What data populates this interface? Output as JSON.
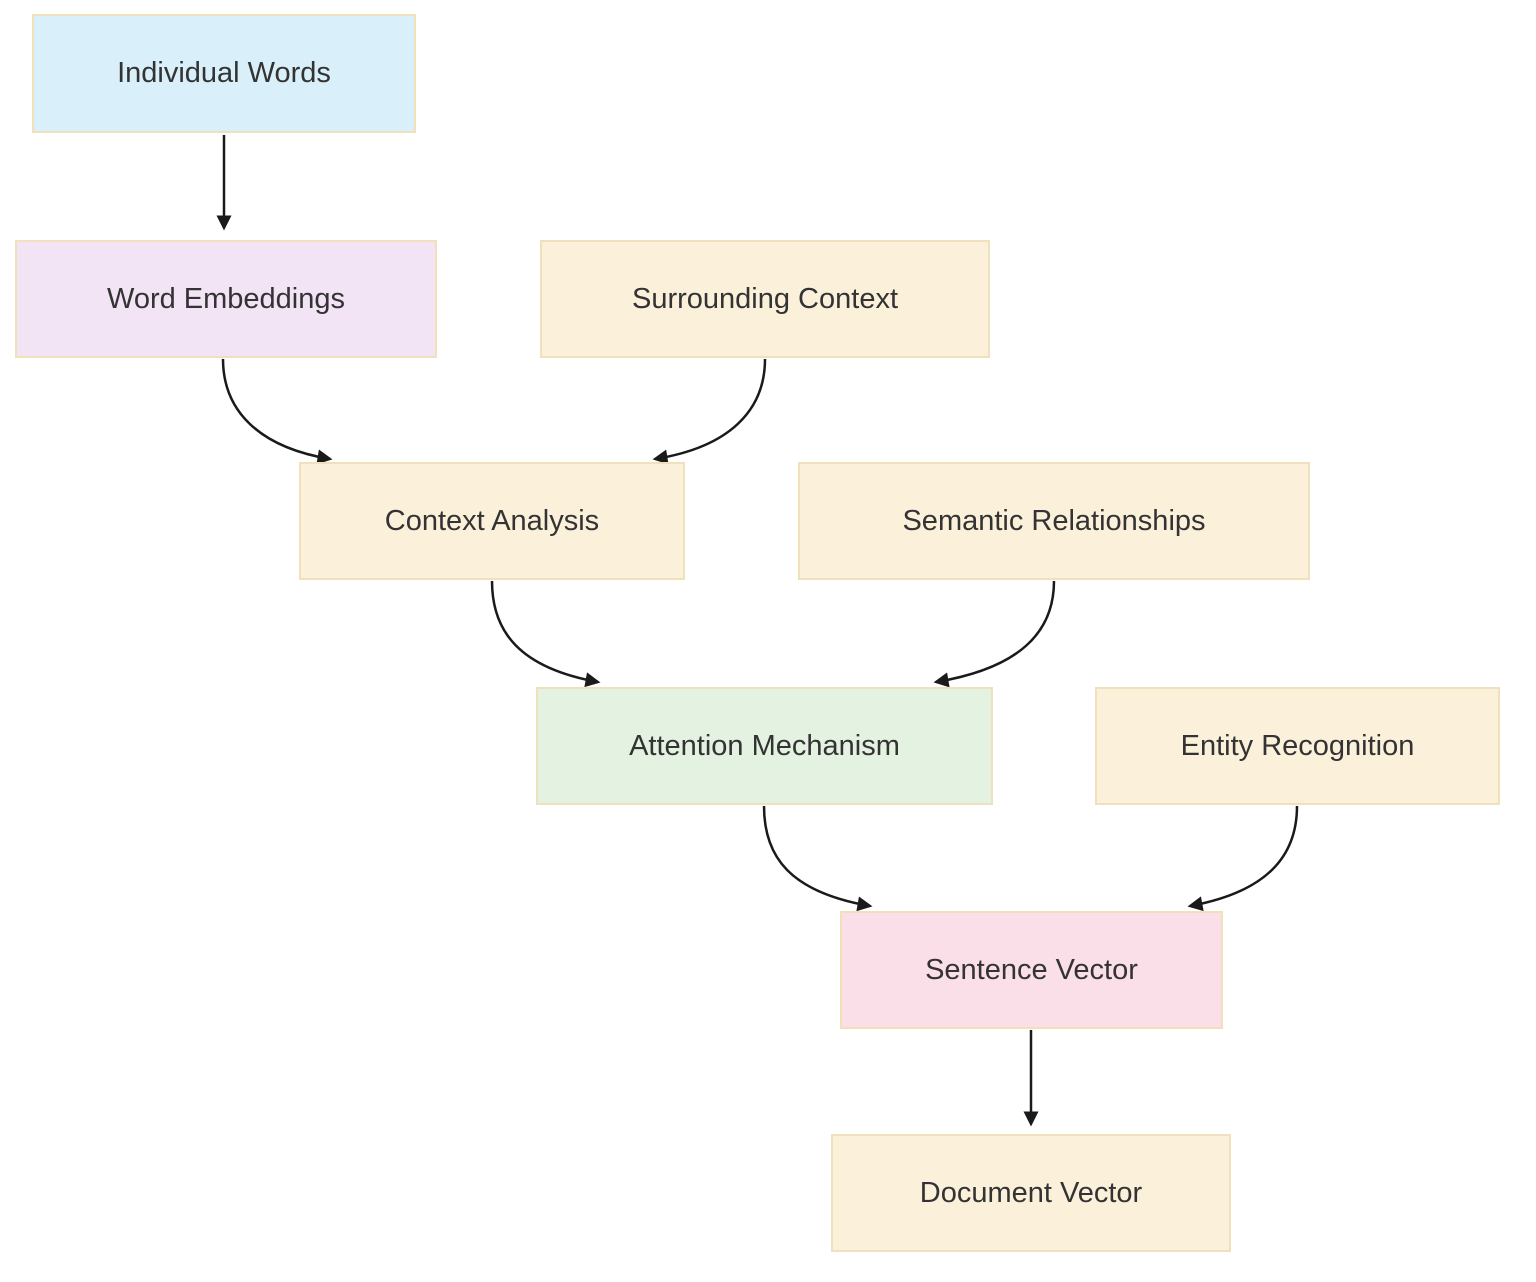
{
  "diagram": {
    "type": "flowchart",
    "direction": "top-down",
    "background_color": "#ffffff",
    "node_border_color": "#f0e0bc",
    "arrow_color": "#1a1a1a",
    "text_color": "#333333",
    "nodes": [
      {
        "id": "individual-words",
        "label": "Individual Words",
        "fill": "#d9eff9"
      },
      {
        "id": "word-embeddings",
        "label": "Word Embeddings",
        "fill": "#f2e3f5"
      },
      {
        "id": "surrounding-context",
        "label": "Surrounding Context",
        "fill": "#fbf0da"
      },
      {
        "id": "context-analysis",
        "label": "Context Analysis",
        "fill": "#fbf0da"
      },
      {
        "id": "semantic-relationships",
        "label": "Semantic Relationships",
        "fill": "#fbf0da"
      },
      {
        "id": "attention-mechanism",
        "label": "Attention Mechanism",
        "fill": "#e4f2e1"
      },
      {
        "id": "entity-recognition",
        "label": "Entity Recognition",
        "fill": "#fbf0da"
      },
      {
        "id": "sentence-vector",
        "label": "Sentence Vector",
        "fill": "#fadfe9"
      },
      {
        "id": "document-vector",
        "label": "Document Vector",
        "fill": "#fbf0da"
      }
    ],
    "edges": [
      {
        "from": "individual-words",
        "to": "word-embeddings"
      },
      {
        "from": "word-embeddings",
        "to": "context-analysis"
      },
      {
        "from": "surrounding-context",
        "to": "context-analysis"
      },
      {
        "from": "context-analysis",
        "to": "attention-mechanism"
      },
      {
        "from": "semantic-relationships",
        "to": "attention-mechanism"
      },
      {
        "from": "attention-mechanism",
        "to": "sentence-vector"
      },
      {
        "from": "entity-recognition",
        "to": "sentence-vector"
      },
      {
        "from": "sentence-vector",
        "to": "document-vector"
      }
    ]
  }
}
